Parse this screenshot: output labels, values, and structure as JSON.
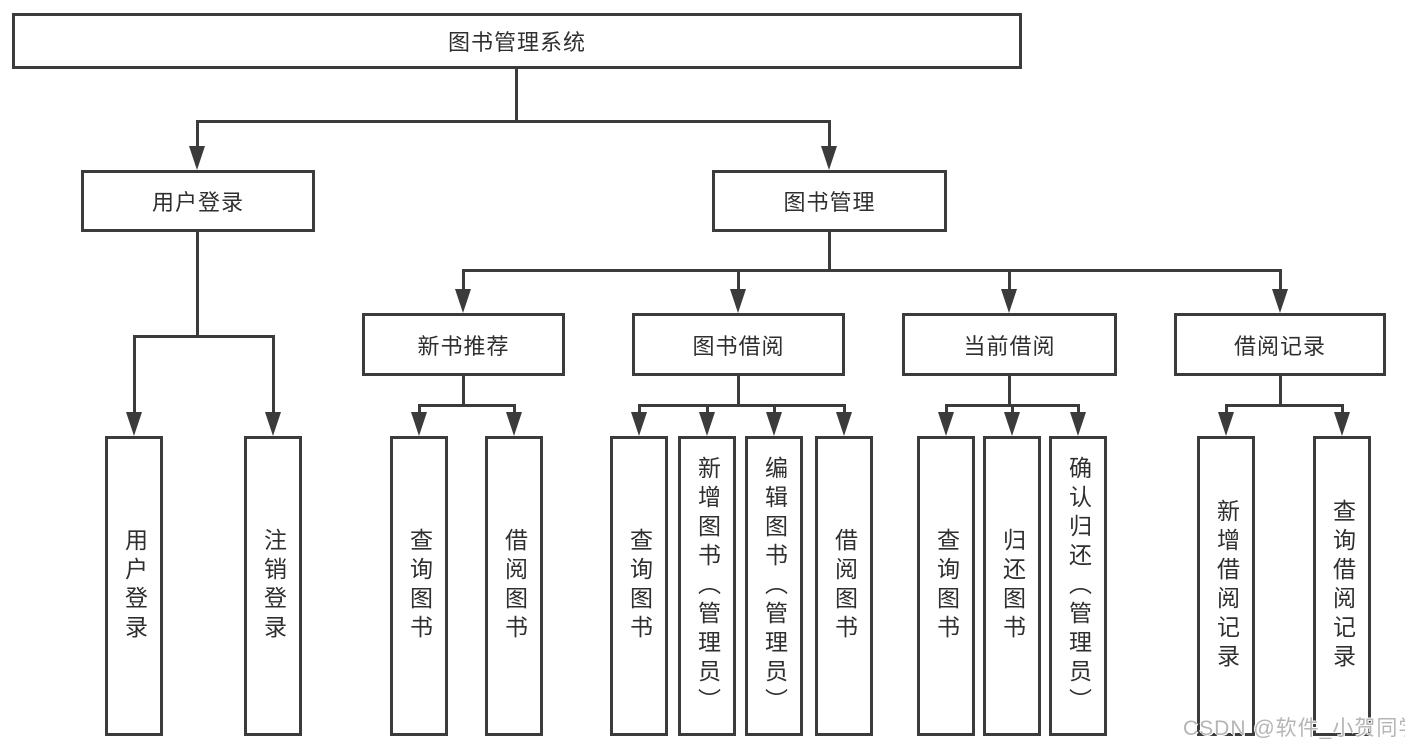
{
  "diagram": {
    "type": "hierarchy-diagram",
    "tree": {
      "label": "图书管理系统",
      "children": [
        {
          "label": "用户登录",
          "children": [
            {
              "label": "用户登录"
            },
            {
              "label": "注销登录"
            }
          ]
        },
        {
          "label": "图书管理",
          "children": [
            {
              "label": "新书推荐",
              "children": [
                {
                  "label": "查询图书"
                },
                {
                  "label": "借阅图书"
                }
              ]
            },
            {
              "label": "图书借阅",
              "children": [
                {
                  "label": "查询图书"
                },
                {
                  "label": "新增图书（管理员）"
                },
                {
                  "label": "编辑图书（管理员）"
                },
                {
                  "label": "借阅图书"
                }
              ]
            },
            {
              "label": "当前借阅",
              "children": [
                {
                  "label": "查询图书"
                },
                {
                  "label": "归还图书"
                },
                {
                  "label": "确认归还（管理员）"
                }
              ]
            },
            {
              "label": "借阅记录",
              "children": [
                {
                  "label": "新增借阅记录"
                },
                {
                  "label": "查询借阅记录"
                }
              ]
            }
          ]
        }
      ]
    }
  },
  "watermark": "CSDN @软件_小贺同学",
  "colors": {
    "line": "#3b3b3b",
    "text": "#2f2f2f",
    "box_fill": "#ffffff",
    "background": "#ffffff",
    "watermark": "#b5b5b5"
  }
}
